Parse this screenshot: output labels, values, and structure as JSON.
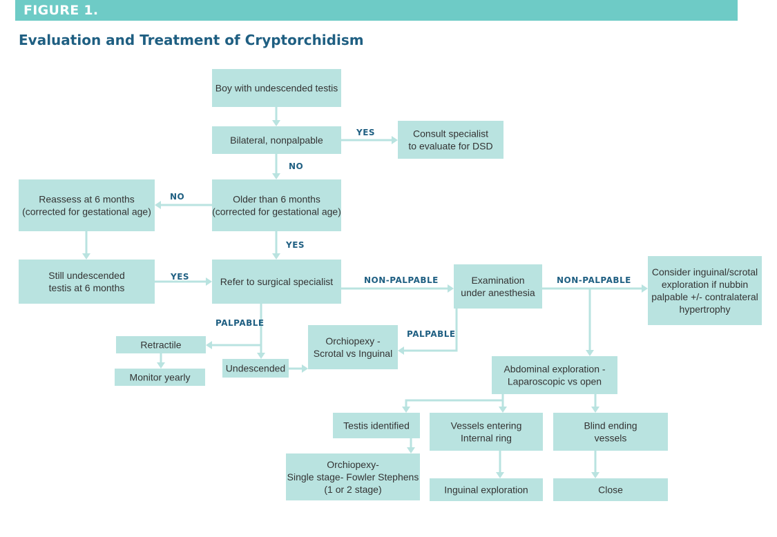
{
  "header": {
    "label": "FIGURE 1."
  },
  "title": "Evaluation and Treatment of Cryptorchidism",
  "diagram": {
    "boxes": {
      "b1": [
        "Boy with undescended testis"
      ],
      "b2": [
        "Bilateral, nonpalpable"
      ],
      "b3": [
        "Consult specialist",
        "to evaluate for DSD"
      ],
      "b4": [
        "Older than 6 months",
        "(corrected for gestational age)"
      ],
      "b5": [
        "Reassess at 6 months",
        "(corrected for gestational age)"
      ],
      "b6": [
        "Still undescended",
        "testis at 6 months"
      ],
      "b7": [
        "Refer to surgical specialist"
      ],
      "b8": [
        "Examination",
        "under anesthesia"
      ],
      "b9": [
        "Consider inguinal/scrotal",
        "exploration if nubbin",
        "palpable +/- contralateral",
        "hypertrophy"
      ],
      "b10": [
        "Retractile"
      ],
      "b11": [
        "Monitor yearly"
      ],
      "b12": [
        "Undescended"
      ],
      "b13": [
        "Orchiopexy -",
        "Scrotal vs Inguinal"
      ],
      "b14": [
        "Abdominal exploration -",
        "Laparoscopic vs open"
      ],
      "b15": [
        "Testis identified"
      ],
      "b16": [
        "Vessels entering",
        "Internal ring"
      ],
      "b17": [
        "Blind ending",
        "vessels"
      ],
      "b18": [
        "Orchiopexy-",
        "Single stage- Fowler Stephens",
        "(1 or 2 stage)"
      ],
      "b19": [
        "Inguinal exploration"
      ],
      "b20": [
        "Close"
      ]
    },
    "labels": {
      "yes_dsd": "YES",
      "no_older": "NO",
      "no_reassess": "NO",
      "yes_refer": "YES",
      "yes_still": "YES",
      "nonpalpable_exam": "NON-PALPABLE",
      "nonpalpable_consider": "NON-PALPABLE",
      "palpable_refer": "PALPABLE",
      "palpable_exam": "PALPABLE"
    },
    "colors": {
      "header": "#6ecbc6",
      "box": "#b9e3e0",
      "label": "#1f5f82",
      "text": "#333333"
    }
  }
}
